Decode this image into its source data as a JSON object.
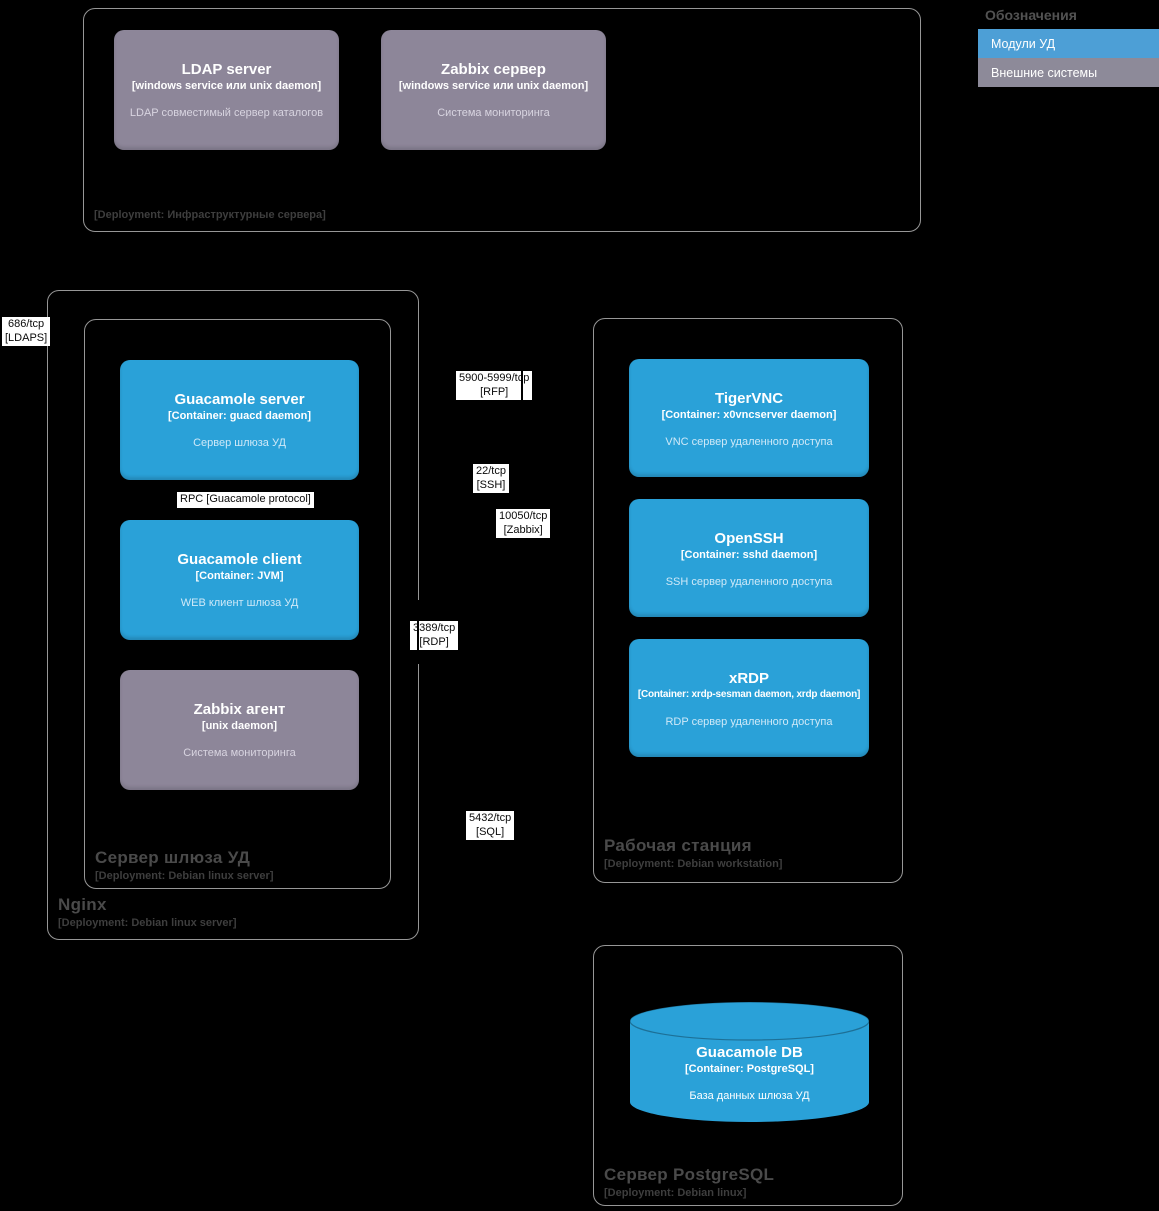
{
  "colors": {
    "module_blue": "#2aa1d8",
    "external_gray": "#8d8699",
    "legend_blue": "#4d9fd6",
    "legend_gray": "#8d8a99",
    "background": "#000000"
  },
  "legend": {
    "title": "Обозначения",
    "items": [
      {
        "label": "Модули УД"
      },
      {
        "label": "Внешние системы"
      }
    ]
  },
  "infra": {
    "deployment_label": "[Deployment: Инфраструктурные сервера]",
    "systems": [
      {
        "title": "LDAP server",
        "subtitle": "[windows service или unix daemon]",
        "description": "LDAP совместимый сервер каталогов"
      },
      {
        "title": "Zabbix сервер",
        "subtitle": "[windows service или unix daemon]",
        "description": "Система мониторинга"
      }
    ]
  },
  "nginx": {
    "title": "Nginx",
    "deployment_label": "[Deployment: Debian linux server]"
  },
  "gateway": {
    "title": "Сервер шлюза УД",
    "deployment_label": "[Deployment: Debian linux server]",
    "rpc_label": "RPC [Guacamole protocol]",
    "modules": [
      {
        "title": "Guacamole server",
        "subtitle": "[Container: guacd daemon]",
        "description": "Сервер шлюза УД"
      },
      {
        "title": "Guacamole client",
        "subtitle": "[Container: JVM]",
        "description": "WEB клиент шлюза УД"
      }
    ],
    "agent": {
      "title": "Zabbix агент",
      "subtitle": "[unix daemon]",
      "description": "Система мониторинга"
    }
  },
  "workstation": {
    "title": "Рабочая станция",
    "deployment_label": "[Deployment: Debian workstation]",
    "modules": [
      {
        "title": "TigerVNC",
        "subtitle": "[Container: x0vncserver daemon]",
        "description": "VNC сервер удаленного доступа"
      },
      {
        "title": "OpenSSH",
        "subtitle": "[Container: sshd daemon]",
        "description": "SSH сервер удаленного доступа"
      },
      {
        "title": "xRDP",
        "subtitle": "[Container: xrdp-sesman daemon, xrdp daemon]",
        "description": "RDP сервер удаленного доступа"
      }
    ]
  },
  "postgres": {
    "title": "Сервер PostgreSQL",
    "deployment_label": "[Deployment: Debian linux]",
    "database": {
      "title": "Guacamole DB",
      "subtitle": "[Container: PostgreSQL]",
      "description": "База данных шлюза УД"
    }
  },
  "edges": {
    "ldaps": {
      "line1": "686/tcp",
      "line2": "[LDAPS]"
    },
    "rfp": {
      "line1": "5900-5999/tcp",
      "line2": "[RFP]"
    },
    "ssh": {
      "line1": "22/tcp",
      "line2": "[SSH]"
    },
    "zabbix": {
      "line1": "10050/tcp",
      "line2": "[Zabbix]"
    },
    "rdp": {
      "line1": "3389/tcp",
      "line2": "[RDP]"
    },
    "sql": {
      "line1": "5432/tcp",
      "line2": "[SQL]"
    }
  }
}
